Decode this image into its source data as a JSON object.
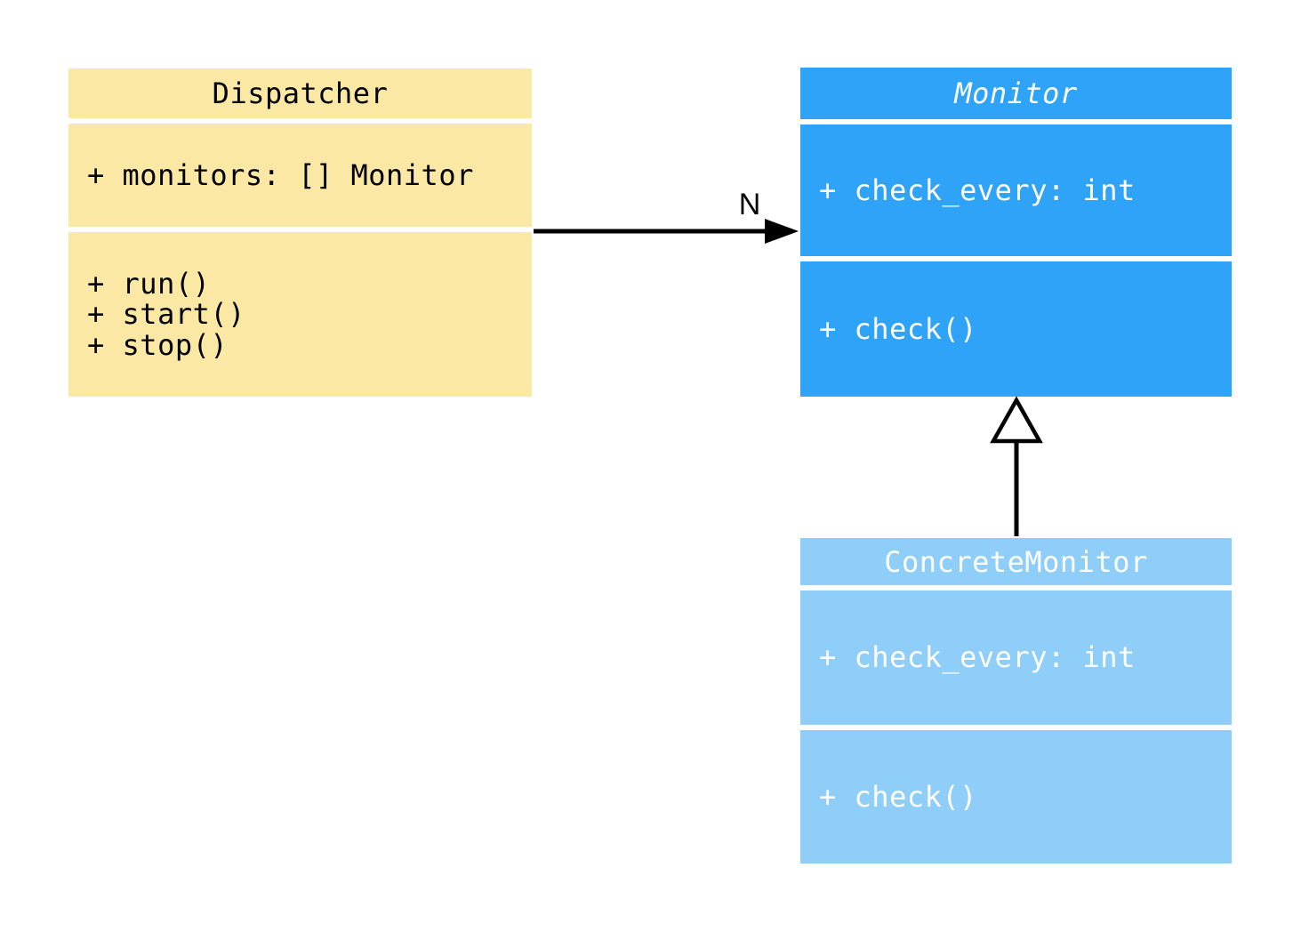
{
  "diagram": {
    "type": "uml-class-diagram",
    "background": "#FFFFFF",
    "edge_color": "#000000",
    "classes": [
      {
        "name": "Dispatcher",
        "abstract": false,
        "fill": "#FBE8A4",
        "text_color": "#000000",
        "attributes": [
          "+ monitors: [] Monitor"
        ],
        "methods": [
          "+ run()",
          "+ start()",
          "+ stop()"
        ]
      },
      {
        "name": "Monitor",
        "abstract": true,
        "fill": "#2EA3F8",
        "text_color": "#FFFFFF",
        "attributes": [
          "+ check_every: int"
        ],
        "methods": [
          "+ check()"
        ]
      },
      {
        "name": "ConcreteMonitor",
        "abstract": false,
        "fill": "#8FCEF9",
        "text_color": "#FFFFFF",
        "attributes": [
          "+ check_every: int"
        ],
        "methods": [
          "+ check()"
        ]
      }
    ],
    "relations": [
      {
        "type": "association",
        "from": "Dispatcher",
        "to": "Monitor",
        "label": "N"
      },
      {
        "type": "inheritance",
        "from": "ConcreteMonitor",
        "to": "Monitor",
        "label": ""
      }
    ]
  }
}
